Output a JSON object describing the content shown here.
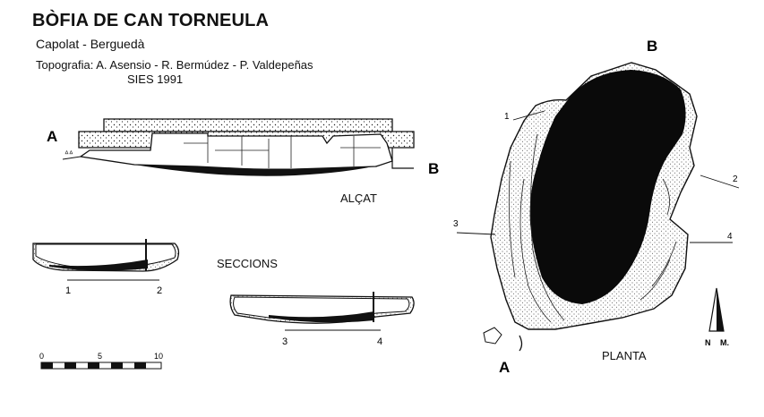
{
  "header": {
    "title": "BÒFIA DE CAN TORNEULA",
    "location": "Capolat - Berguedà",
    "authors": "Topografia: A. Asensio - R. Bermúdez - P. Valdepeñas",
    "org": "SIES   1991"
  },
  "elevation": {
    "label": "ALÇAT",
    "end_a": "A",
    "end_b": "B"
  },
  "sections": {
    "label": "SECCIONS",
    "section1_left": "1",
    "section1_right": "2",
    "section2_left": "3",
    "section2_right": "4"
  },
  "scale": {
    "ticks": [
      "0",
      "5",
      "10"
    ]
  },
  "plan": {
    "label": "PLANTA",
    "end_a": "A",
    "end_b": "B",
    "markers": [
      "1",
      "2",
      "3",
      "4"
    ],
    "north": "N",
    "magnetic": "M."
  }
}
